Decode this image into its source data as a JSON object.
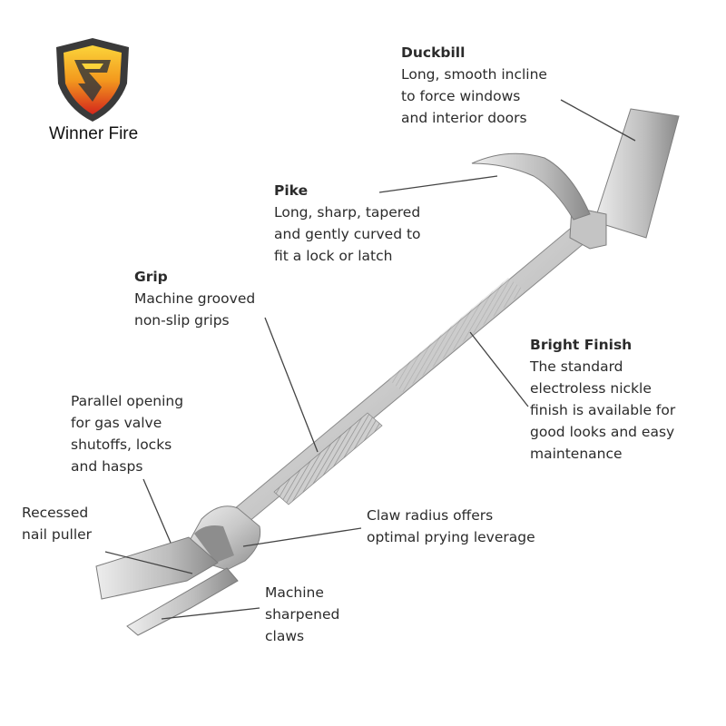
{
  "brand": {
    "name": "Winner Fire",
    "colors": {
      "shield_dark": "#3a3a3a",
      "shield_red": "#d4261c",
      "shield_orange": "#f39a1e",
      "shield_yellow": "#fbd43a"
    }
  },
  "callouts": {
    "duckbill": {
      "title": "Duckbill",
      "lines": [
        "Long, smooth incline",
        "to force windows",
        "and interior doors"
      ]
    },
    "pike": {
      "title": "Pike",
      "lines": [
        "Long, sharp, tapered",
        "and gently curved to",
        "fit a lock or latch"
      ]
    },
    "grip": {
      "title": "Grip",
      "lines": [
        "Machine grooved",
        "non-slip grips"
      ]
    },
    "bright_finish": {
      "title": "Bright Finish",
      "lines": [
        "The standard",
        "electroless nickle",
        "finish is available for",
        "good looks and easy",
        "maintenance"
      ]
    },
    "parallel_opening": {
      "lines": [
        "Parallel opening",
        "for gas valve",
        "shutoffs, locks",
        "and hasps"
      ]
    },
    "recessed": {
      "lines": [
        "Recessed",
        "nail puller"
      ]
    },
    "claw_radius": {
      "lines": [
        "Claw radius offers",
        "optimal prying leverage"
      ]
    },
    "claws": {
      "lines": [
        "Machine",
        "sharpened",
        "claws"
      ]
    }
  },
  "colors": {
    "text": "#2b2b2b",
    "leader": "#444444",
    "metal_light": "#e6e6e6",
    "metal_dark": "#8c8c8c"
  }
}
